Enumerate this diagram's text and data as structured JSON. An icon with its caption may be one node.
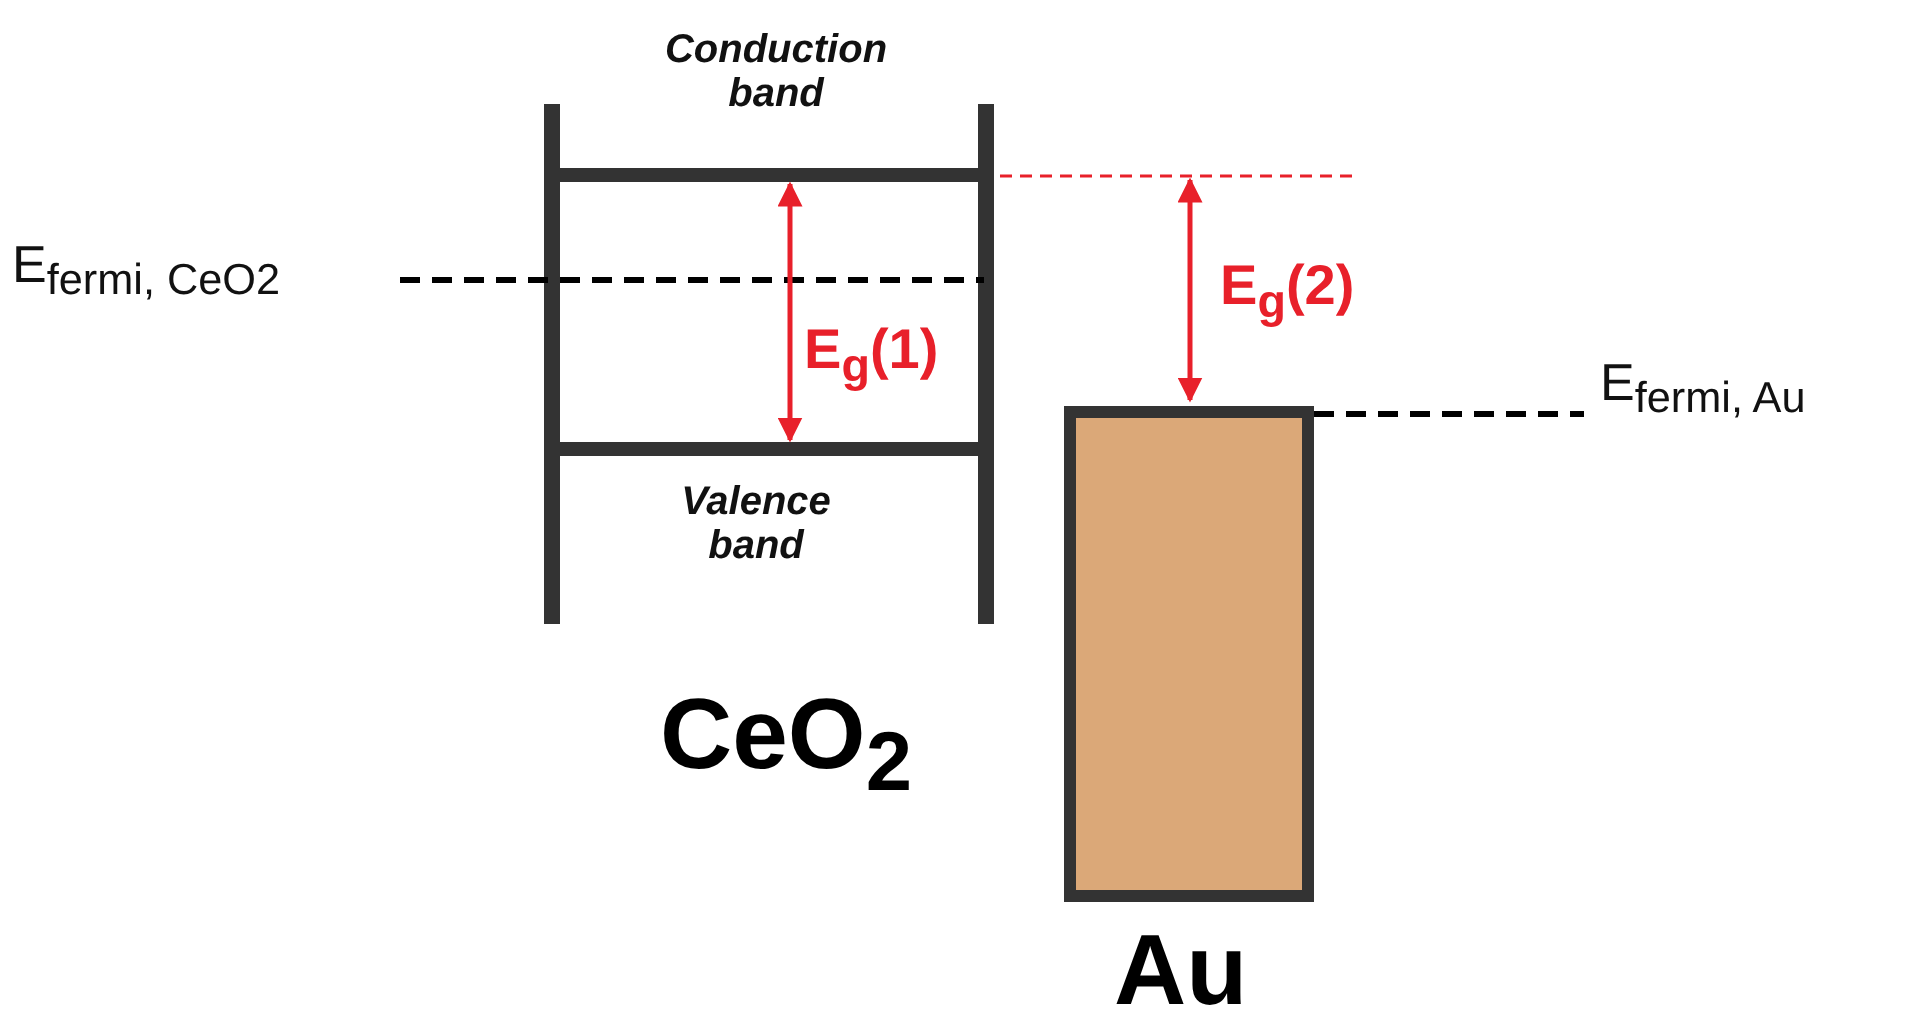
{
  "diagram": {
    "nodes": [
      {
        "text": [],
        "shape": "box"
      }
    ],
    "labels": [
      "Conduction band",
      "E$_{fermi, CeO}$$_{2}$",
      "E$_{g}$(1)",
      "E$_{g}$(2)",
      "E$_{fermi, Au}$",
      "Valence band",
      "CeO$_{2}$",
      "Au"
    ]
  }
}
